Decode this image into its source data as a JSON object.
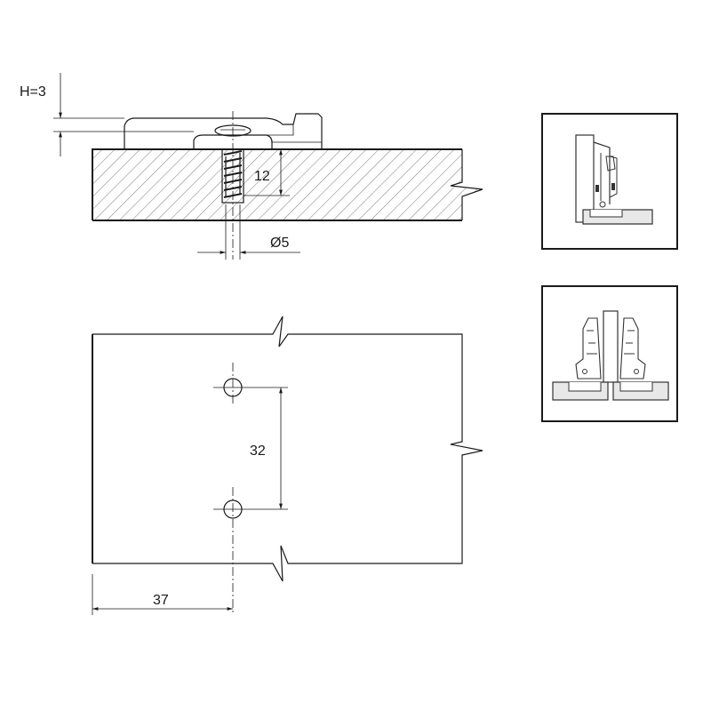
{
  "dimensions": {
    "height_label": "H=3",
    "depth_label": "12",
    "diameter_label": "Ø5",
    "spacing_label": "32",
    "edge_offset_label": "37"
  },
  "colors": {
    "line": "#1a1a1a",
    "hatch": "#555555",
    "background": "#ffffff"
  },
  "icons": {
    "thumbnail_top": "hinge-side-view-icon",
    "thumbnail_bottom": "hinge-pair-view-icon"
  }
}
